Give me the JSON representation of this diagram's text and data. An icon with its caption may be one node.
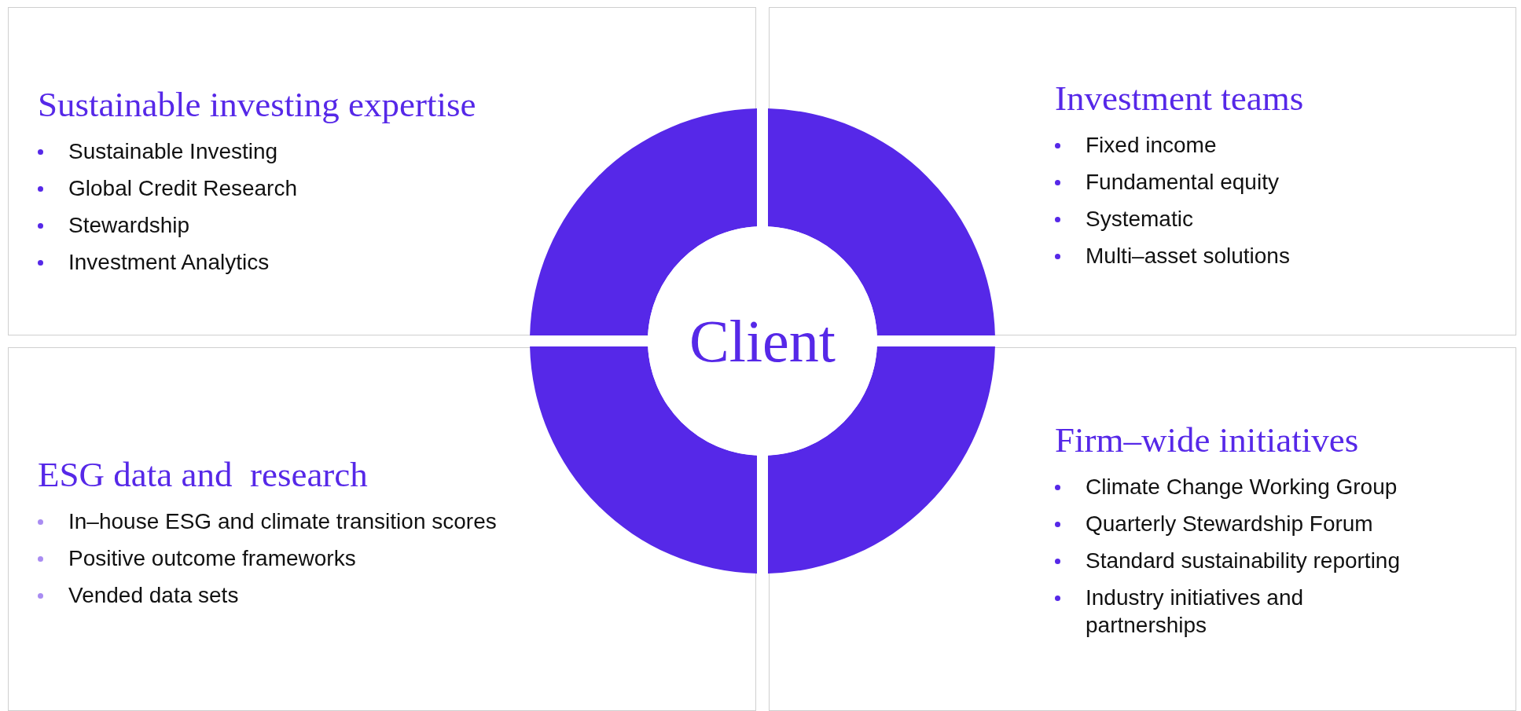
{
  "diagram": {
    "nodes": [
      {
        "text": [
          "Sustainable investing expertise",
          "Sustainable Investing",
          "Global Credit Research",
          "Stewardship",
          "Investment Analytics"
        ]
      },
      {
        "text": [
          "Investment teams",
          "Fixed income",
          "Fundamental equity",
          "Systematic",
          "Multi–asset solutions"
        ]
      },
      {
        "text": [
          "ESG data and  research",
          "In–house ESG and climate transition scores",
          "Positive outcome frameworks",
          "Vended data sets"
        ]
      },
      {
        "text": [
          "Firm–wide initiatives",
          "Climate Change Working Group",
          "Quarterly Stewardship Forum",
          "Standard sustainability reporting",
          "Industry initiatives and partnerships"
        ]
      },
      {
        "text": [
          "Client"
        ]
      }
    ],
    "edges": []
  }
}
